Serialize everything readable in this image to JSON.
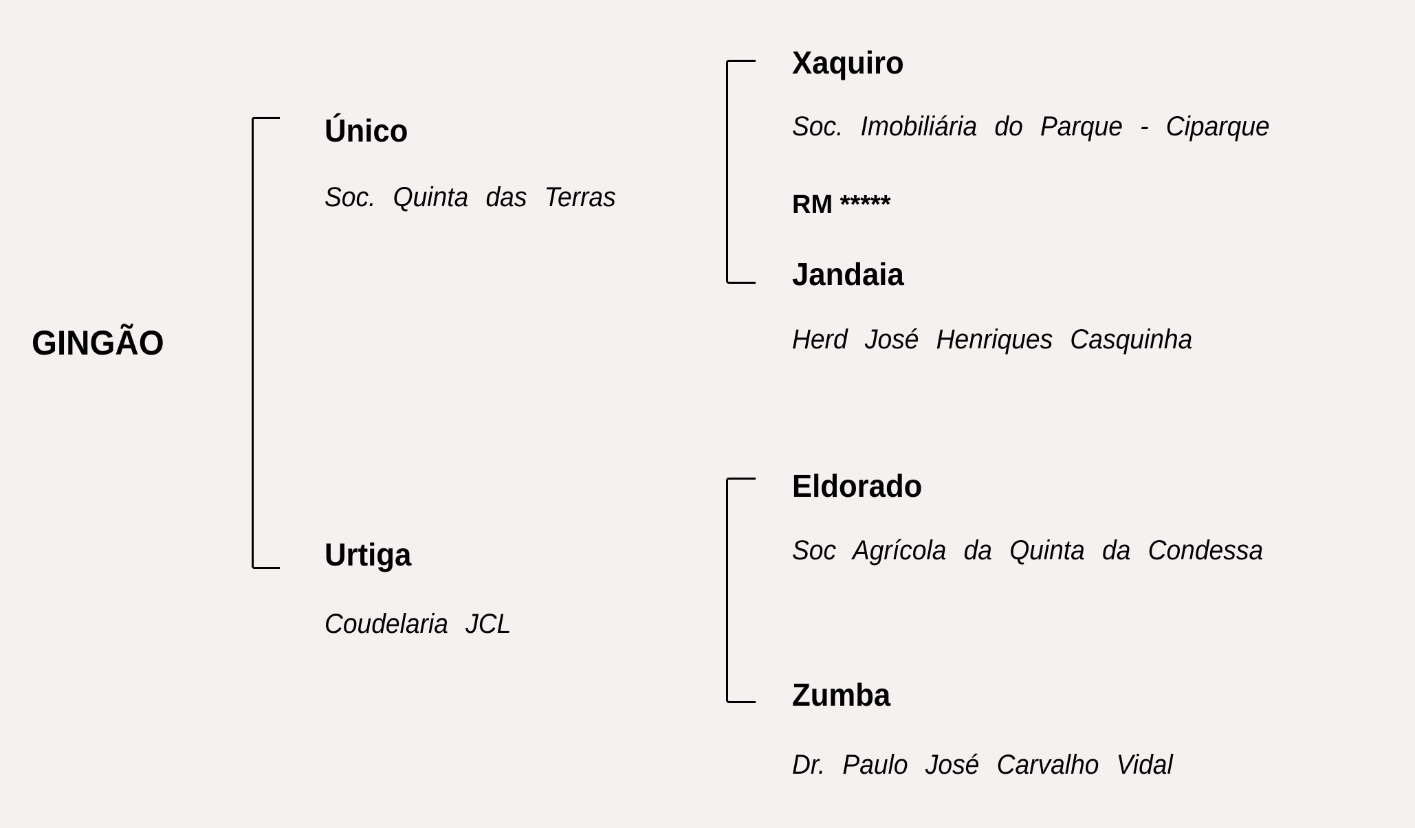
{
  "root": {
    "name": "GINGÃO"
  },
  "sire": {
    "name": "Único",
    "owner": "Soc. Quinta das Terras",
    "sire": {
      "name": "Xaquiro",
      "owner": "Soc. Imobiliária do Parque - Ciparque",
      "note": "RM *****"
    },
    "dam": {
      "name": "Jandaia",
      "owner": "Herd José Henriques Casquinha"
    }
  },
  "dam": {
    "name": "Urtiga",
    "owner": "Coudelaria JCL",
    "sire": {
      "name": "Eldorado",
      "owner": "Soc Agrícola da Quinta da Condessa"
    },
    "dam": {
      "name": "Zumba",
      "owner": "Dr. Paulo José Carvalho Vidal"
    }
  }
}
